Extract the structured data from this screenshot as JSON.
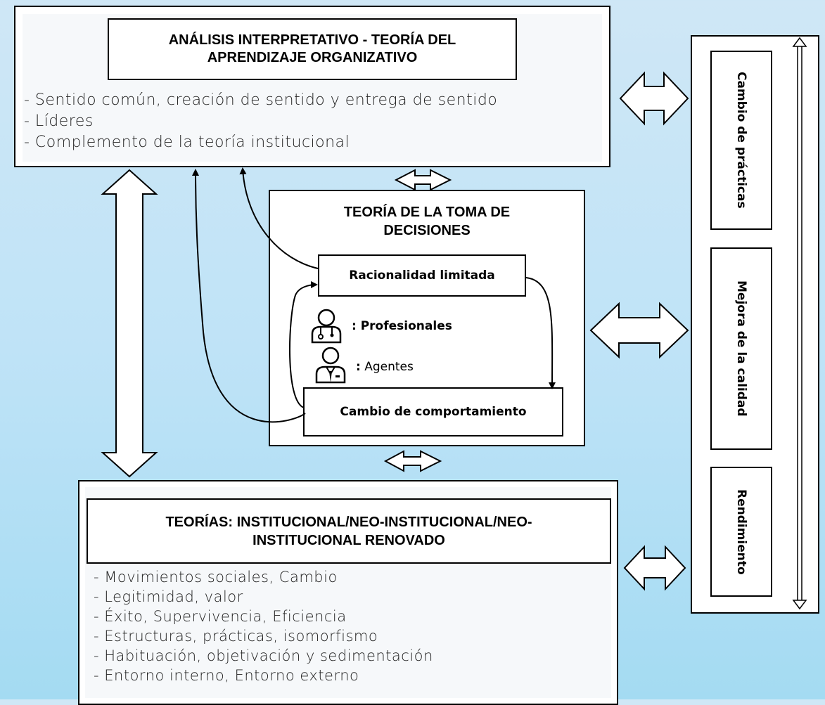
{
  "top_panel": {
    "title": "ANÁLISIS INTERPRETATIVO - TEORÍA DEL APRENDIZAJE ORGANIZATIVO",
    "items": [
      "- Sentido común, creación de sentido y entrega de sentido",
      "- Líderes",
      "- Complemento de la teoría institucional"
    ]
  },
  "middle_panel": {
    "title": "TEORÍA DE LA TOMA DE DECISIONES",
    "node_top": "Racionalidad limitada",
    "node_bottom": "Cambio de comportamiento",
    "legend_profesionales": ": Profesionales",
    "legend_agentes": ": Agentes",
    "legend_agentes_colon": ":",
    "legend_agentes_label": "Agentes"
  },
  "bottom_panel": {
    "title": "TEORÍAS: INSTITUCIONAL/NEO-INSTITUCIONAL/NEO-INSTITUCIONAL RENOVADO",
    "items": [
      "- Movimientos sociales, Cambio",
      "- Legitimidad, valor",
      "- Éxito, Supervivencia, Eficiencia",
      "- Estructuras, prácticas, isomorfismo",
      "- Habituación, objetivación y sedimentación",
      "- Entorno interno, Entorno externo"
    ]
  },
  "right_panel": {
    "outcomes": [
      "Cambio de prácticas",
      "Mejora de la calidad",
      "Rendimiento"
    ]
  },
  "icons": [
    "doctor-icon",
    "agent-icon"
  ]
}
